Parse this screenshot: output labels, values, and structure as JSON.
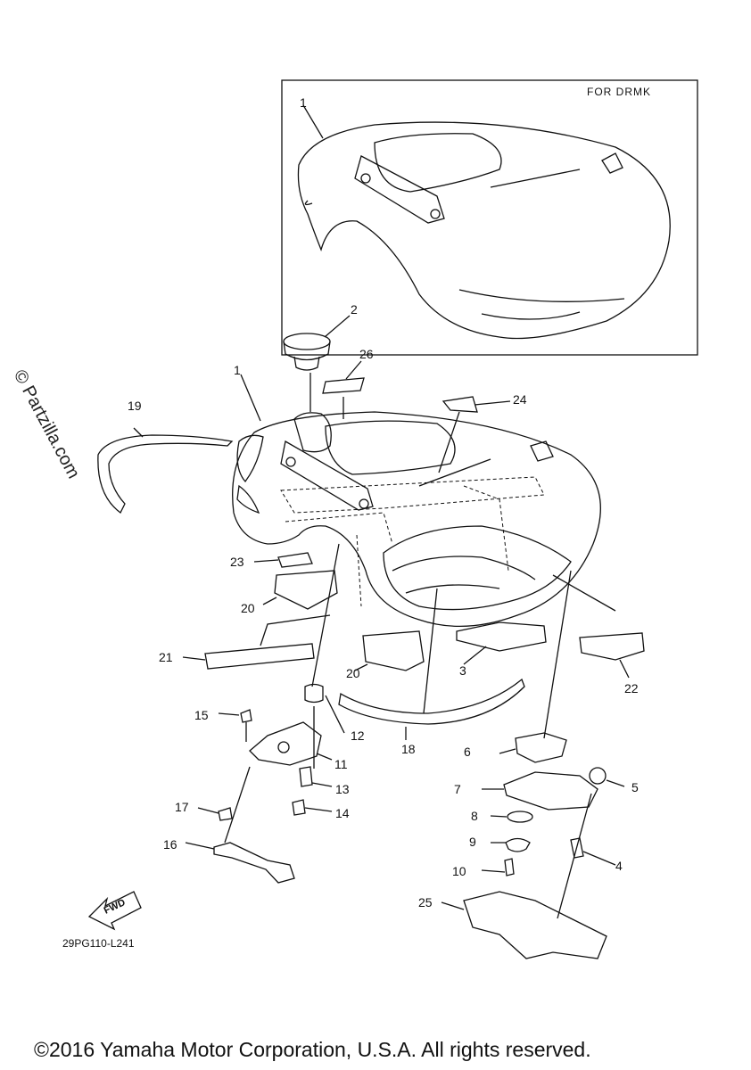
{
  "inset": {
    "title": "FOR DRMK"
  },
  "watermark": "© Partzilla.com",
  "diagram_code": "29PG110-L241",
  "fwd_label": "FWD",
  "copyright": "©2016 Yamaha Motor Corporation, U.S.A. All rights reserved.",
  "callouts": {
    "inset_1": "1",
    "c1": "1",
    "c2": "2",
    "c3": "3",
    "c4": "4",
    "c5": "5",
    "c6": "6",
    "c7": "7",
    "c8": "8",
    "c9": "9",
    "c10": "10",
    "c11": "11",
    "c12": "12",
    "c13": "13",
    "c14": "14",
    "c15": "15",
    "c16": "16",
    "c17": "17",
    "c18": "18",
    "c19": "19",
    "c20a": "20",
    "c20b": "20",
    "c21": "21",
    "c22": "22",
    "c23": "23",
    "c24": "24",
    "c25": "25",
    "c26": "26"
  }
}
